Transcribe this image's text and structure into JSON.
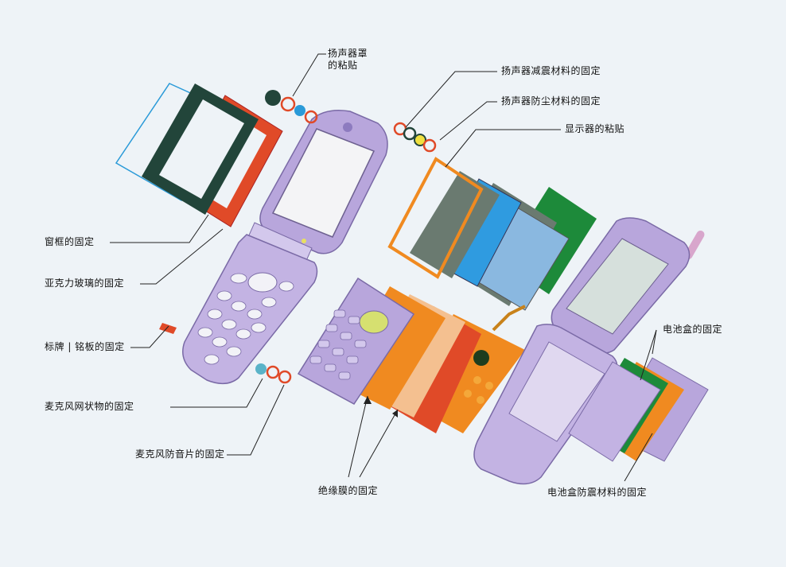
{
  "labels": {
    "speaker_cover": "扬声器罩\n的粘贴",
    "speaker_damping": "扬声器减震材料的固定",
    "speaker_dust": "扬声器防尘材料的固定",
    "display": "显示器的粘贴",
    "window_frame": "窗框的固定",
    "acrylic_glass": "亚克力玻璃的固定",
    "nameplate": "标牌 | 铭板的固定",
    "mic_mesh": "麦克风网状物的固定",
    "mic_acoustic": "麦克风防音片的固定",
    "insulation_film": "绝缘膜的固定",
    "battery_box": "电池盒的固定",
    "battery_damping": "电池盒防震材料的固定"
  },
  "colors": {
    "background": "#eef3f7",
    "phone_purple": "#b8a6dc",
    "phone_outline": "#7a6aa6",
    "frame_dark": "#22453a",
    "frame_red": "#e04a28",
    "frame_orange": "#f08a20",
    "display_blue": "#2f9be0",
    "pcb_green": "#1d8a3a",
    "glass_cyan": "#2a9ad8"
  }
}
